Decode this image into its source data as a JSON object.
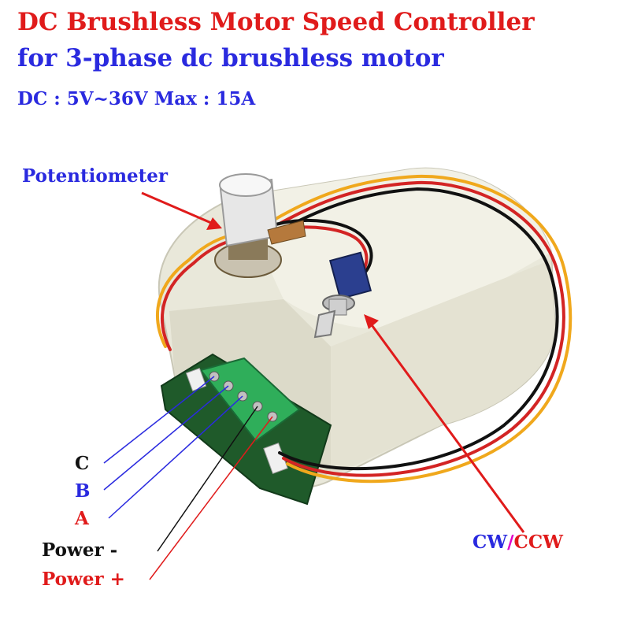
{
  "header": {
    "title": "DC Brushless Motor Speed Controller",
    "subtitle": "for 3-phase dc brushless motor",
    "specs": "DC : 5V~36V  Max : 15A"
  },
  "labels": {
    "potentiometer": "Potentiometer",
    "cw": "CW",
    "slash": "/",
    "ccw": "CCW",
    "c": "C",
    "b": "B",
    "a": "A",
    "power_minus": "Power -",
    "power_plus": "Power +"
  },
  "colors": {
    "title": "#e01b1b",
    "subtitle": "#2a2adf",
    "specs": "#2a2adf",
    "potentiometer": "#2a2adf",
    "cw": "#2a2adf",
    "slash": "#e000c8",
    "ccw": "#e01b1b",
    "c": "#111111",
    "b": "#2a2adf",
    "a": "#e01b1b",
    "power_minus": "#111111",
    "power_plus": "#e01b1b",
    "arrow_red": "#e01b1b",
    "enclosure": "#ecebdd",
    "pcb": "#1f5a2a",
    "terminal": "#2fae5a"
  }
}
